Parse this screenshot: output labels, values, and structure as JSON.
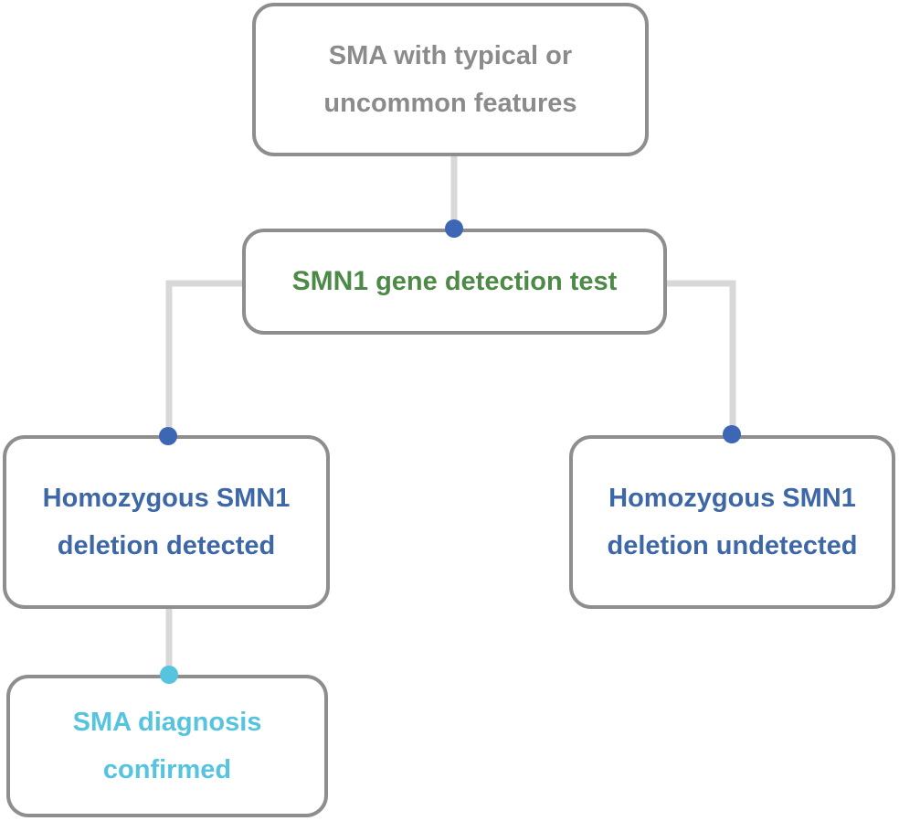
{
  "diagram": {
    "nodes": {
      "presentation": {
        "lines": [
          "SMA with typical or",
          "uncommon features"
        ]
      },
      "test": {
        "gene": "SMN1",
        "rest": " gene detection test"
      },
      "detected": {
        "lines": [
          "Homozygous SMN1",
          "deletion detected"
        ]
      },
      "undetected": {
        "lines": [
          "Homozygous SMN1",
          "deletion undetected"
        ]
      },
      "confirmed": {
        "lines": [
          "SMA diagnosis",
          "confirmed"
        ]
      }
    },
    "colors": {
      "box_border": "#8e8e8e",
      "connector": "#d8d8d8",
      "dot_primary": "#3d67b5",
      "dot_confirm": "#56c3df",
      "text_presentation": "#8b8b8b",
      "text_test": "#4e8a47",
      "text_result": "#3d67a6",
      "text_confirmed": "#56c3df"
    }
  }
}
